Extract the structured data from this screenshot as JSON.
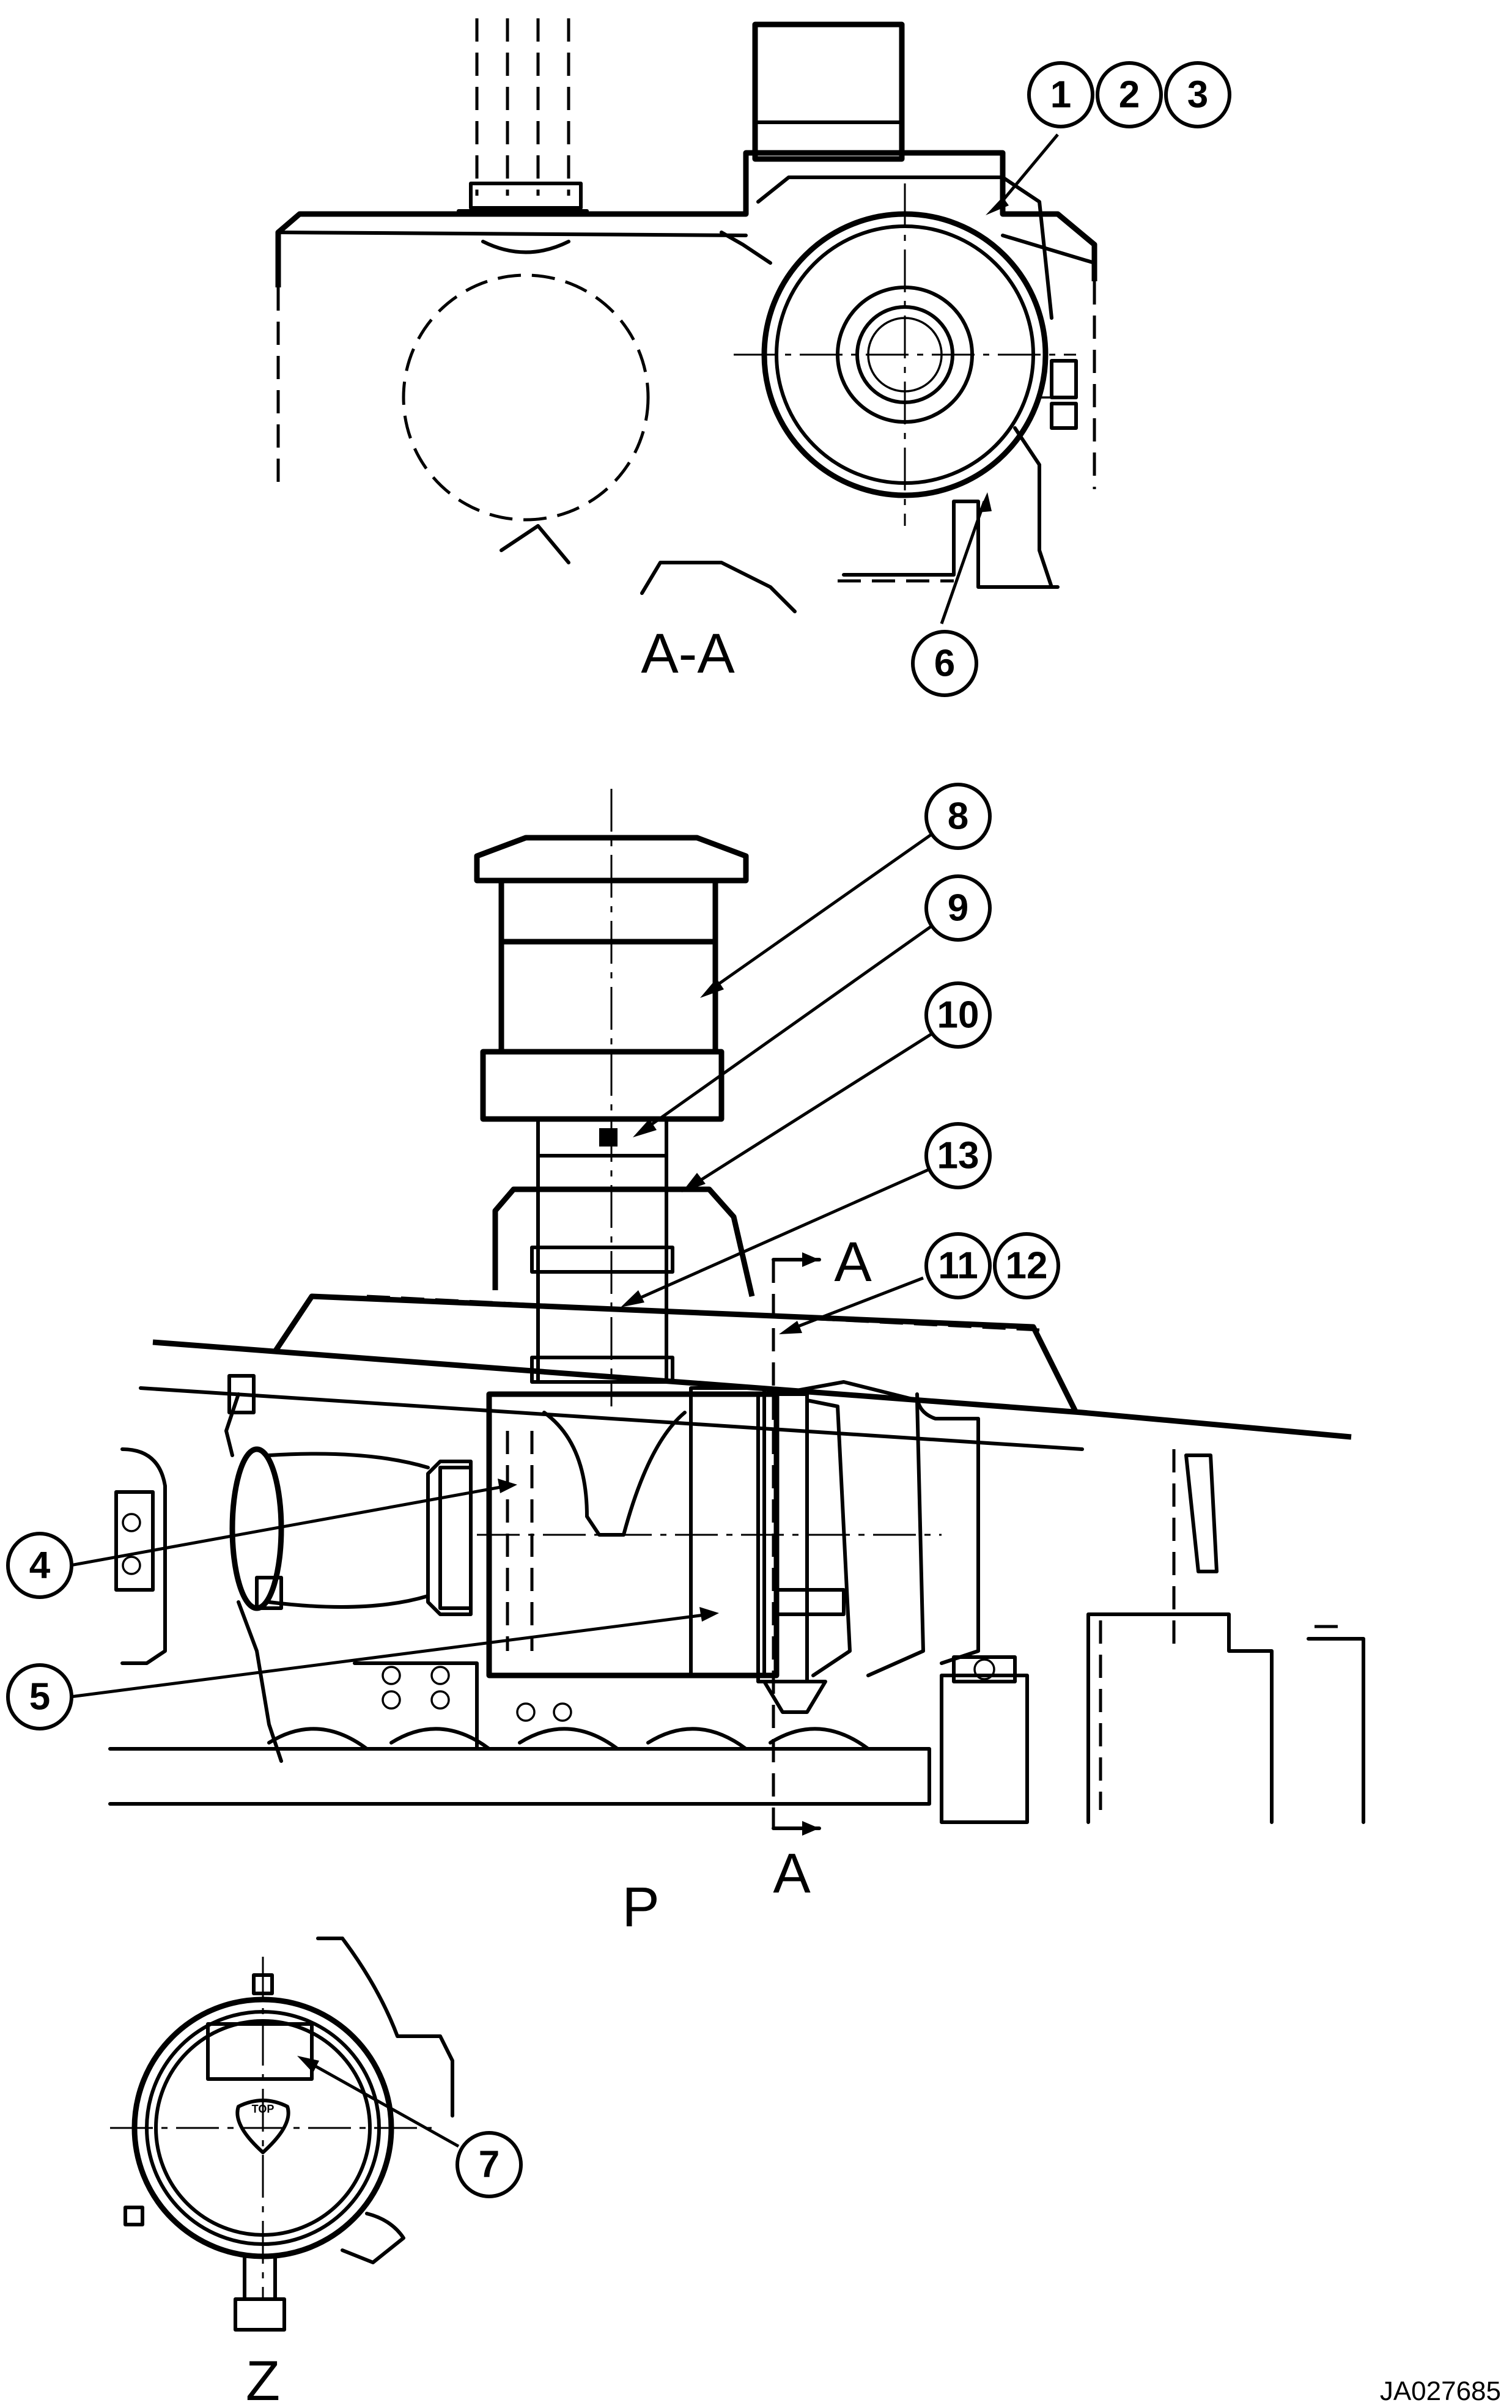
{
  "views": {
    "section_aa": {
      "label": "A-A"
    },
    "view_p": {
      "label": "P"
    },
    "view_z": {
      "label": "Z"
    },
    "section_marker_top": "A",
    "section_marker_bottom": "A"
  },
  "callouts": [
    {
      "id": "c1",
      "label": "1"
    },
    {
      "id": "c2",
      "label": "2"
    },
    {
      "id": "c3",
      "label": "3"
    },
    {
      "id": "c6",
      "label": "6"
    },
    {
      "id": "c8",
      "label": "8"
    },
    {
      "id": "c9",
      "label": "9"
    },
    {
      "id": "c10",
      "label": "10"
    },
    {
      "id": "c13",
      "label": "13"
    },
    {
      "id": "c11",
      "label": "11"
    },
    {
      "id": "c12",
      "label": "12"
    },
    {
      "id": "c4",
      "label": "4"
    },
    {
      "id": "c5",
      "label": "5"
    },
    {
      "id": "c7",
      "label": "7"
    }
  ],
  "decal": {
    "label": "TOP"
  },
  "drawing_code": "JA027685"
}
